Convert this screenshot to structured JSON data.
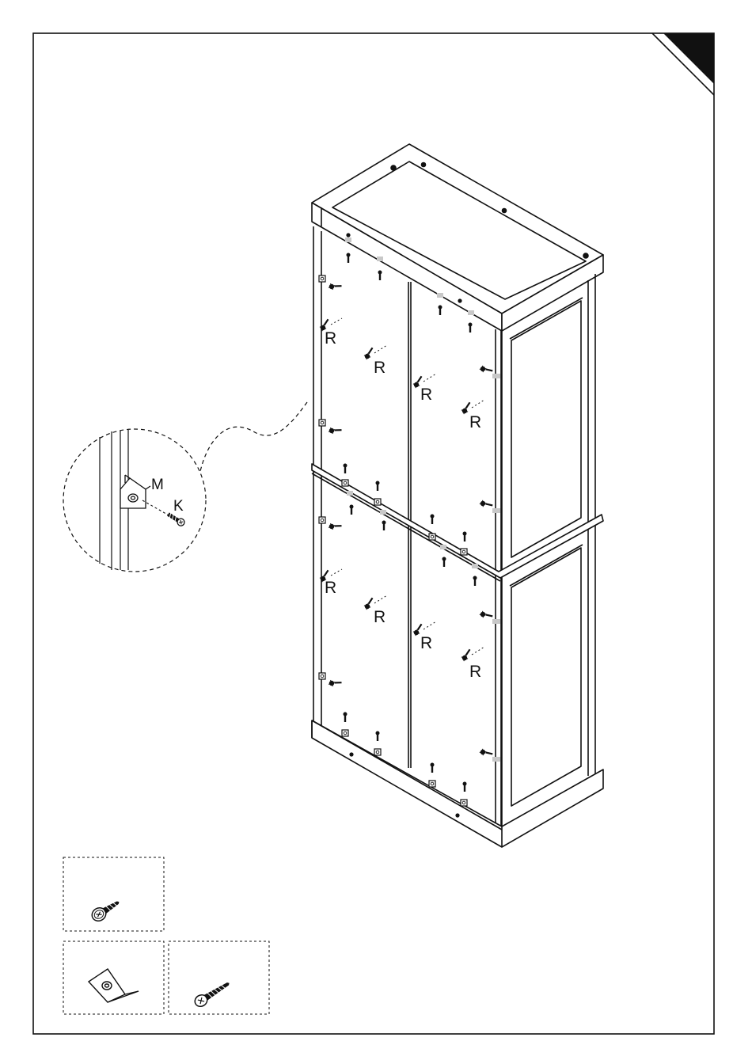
{
  "colors": {
    "ink": "#111111",
    "paper": "#ffffff",
    "shade": "#c8c8c8"
  },
  "callout": {
    "bracket_label": "M",
    "screw_label": "K"
  },
  "screw_labels": [
    "R",
    "R",
    "R",
    "R",
    "R",
    "R",
    "R",
    "R"
  ],
  "parts": [
    {
      "icon": "screw-r-icon"
    },
    {
      "icon": "bracket-m-icon"
    },
    {
      "icon": "screw-k-icon"
    }
  ]
}
